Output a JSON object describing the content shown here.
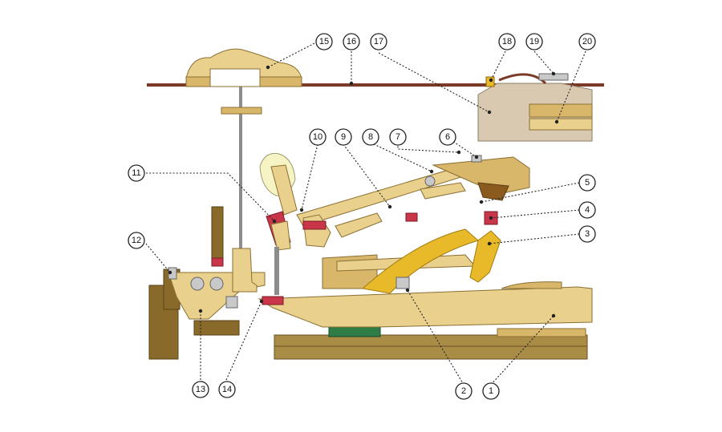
{
  "callouts": [
    {
      "id": "callout-1",
      "label": "1"
    },
    {
      "id": "callout-2",
      "label": "2"
    },
    {
      "id": "callout-3",
      "label": "3"
    },
    {
      "id": "callout-4",
      "label": "4"
    },
    {
      "id": "callout-5",
      "label": "5"
    },
    {
      "id": "callout-6",
      "label": "6"
    },
    {
      "id": "callout-7",
      "label": "7"
    },
    {
      "id": "callout-8",
      "label": "8"
    },
    {
      "id": "callout-9",
      "label": "9"
    },
    {
      "id": "callout-10",
      "label": "10"
    },
    {
      "id": "callout-11",
      "label": "11"
    },
    {
      "id": "callout-12",
      "label": "12"
    },
    {
      "id": "callout-13",
      "label": "13"
    },
    {
      "id": "callout-14",
      "label": "14"
    },
    {
      "id": "callout-15",
      "label": "15"
    },
    {
      "id": "callout-16",
      "label": "16"
    },
    {
      "id": "callout-17",
      "label": "17"
    },
    {
      "id": "callout-18",
      "label": "18"
    },
    {
      "id": "callout-19",
      "label": "19"
    },
    {
      "id": "callout-20",
      "label": "20"
    }
  ],
  "colors": {
    "wood_light": "#e9d08c",
    "wood_mid": "#d8b66a",
    "wood_dark": "#8a6a2a",
    "felt_red": "#c9364a",
    "felt_green": "#2e7d46",
    "string": "#7b3a28",
    "pinblock": "#d9c9b0"
  }
}
